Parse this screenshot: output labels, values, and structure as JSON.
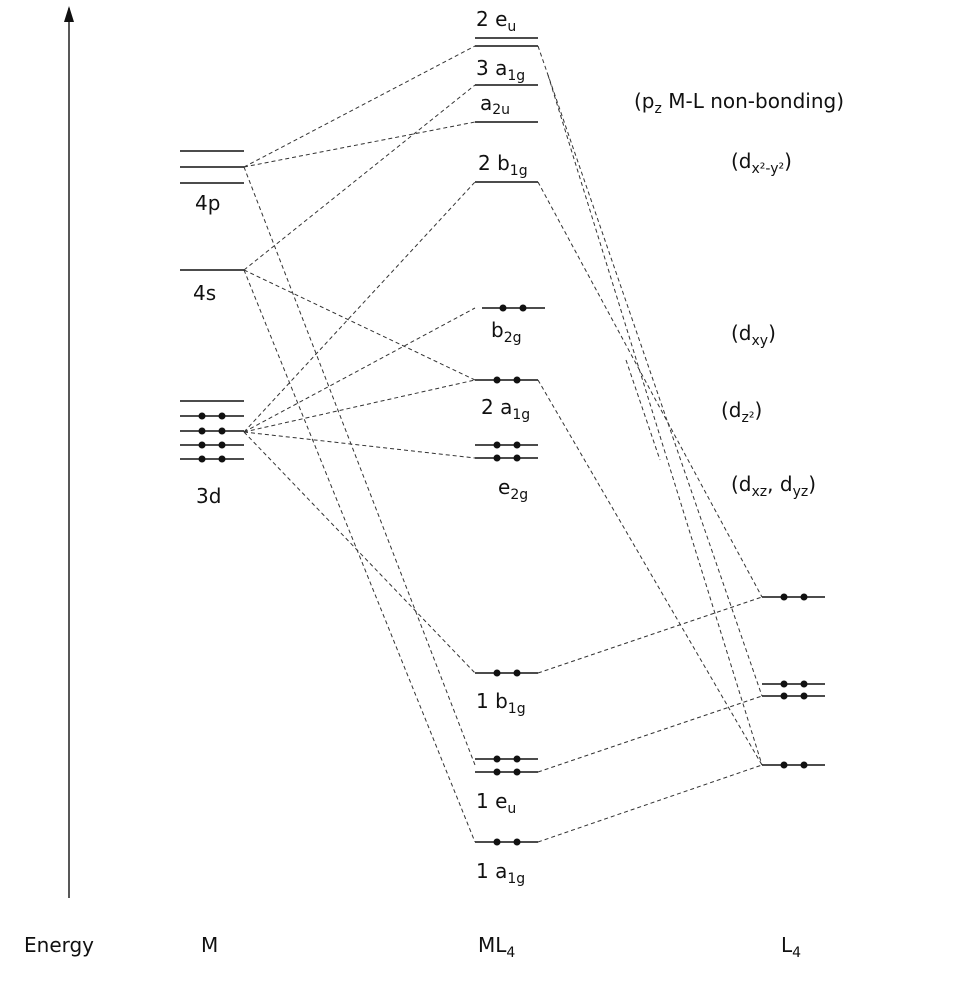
{
  "axis_label": "Energy",
  "columns": {
    "metal": "M",
    "complex": "ML",
    "complex_sub": "4",
    "ligand": "L",
    "ligand_sub": "4"
  },
  "metal_labels": {
    "p": "4p",
    "s": "4s",
    "d": "3d"
  },
  "mo_labels": {
    "eu2": {
      "main": "2 e",
      "sub": "u"
    },
    "a1g3": {
      "main": "3 a",
      "sub": "1g"
    },
    "a2u": {
      "main": "a",
      "sub": "2u"
    },
    "b1g2": {
      "main": "2 b",
      "sub": "1g"
    },
    "b2g": {
      "main": "b",
      "sub": "2g"
    },
    "a1g2": {
      "main": "2 a",
      "sub": "1g"
    },
    "eg": {
      "main": "e",
      "sub": "2g"
    },
    "b1g1": {
      "main": "1 b",
      "sub": "1g"
    },
    "eu1": {
      "main": "1 e",
      "sub": "u"
    },
    "a1g1": {
      "main": "1 a",
      "sub": "1g"
    }
  },
  "annotations": {
    "pz": {
      "open": "(p",
      "sub": "z",
      "rest": " M-L non-bonding)"
    },
    "dx2y2": {
      "open": "(d",
      "sub": "x²-y²",
      "close": ")"
    },
    "dxy": {
      "open": "(d",
      "sub": "xy",
      "close": ")"
    },
    "dz2": {
      "open": "(d",
      "sub": "z²",
      "close": ")"
    },
    "dxz": {
      "open": "(d",
      "sub1": "xz",
      "mid": ", d",
      "sub2": "yz",
      "close": ")"
    }
  }
}
